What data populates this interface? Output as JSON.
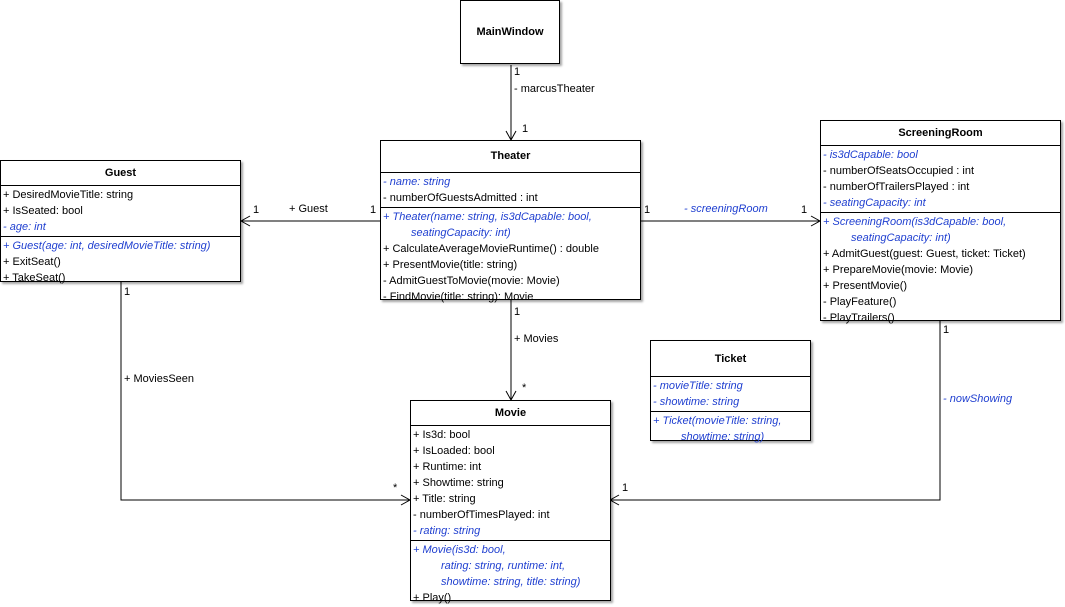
{
  "classes": {
    "mainwindow": {
      "title": "MainWindow"
    },
    "theater": {
      "title": "Theater",
      "fields": [
        {
          "text": "- name: string",
          "italic": true
        },
        {
          "text": "- numberOfGuestsAdmitted : int",
          "italic": false
        }
      ],
      "ops": [
        {
          "text": "+ Theater(name: string, is3dCapable: bool,",
          "italic": true
        },
        {
          "text": "seatingCapacity: int)",
          "italic": true,
          "cont": true
        },
        {
          "text": "+ CalculateAverageMovieRuntime() : double",
          "italic": false
        },
        {
          "text": "+ PresentMovie(title: string)",
          "italic": false
        },
        {
          "text": "- AdmitGuestToMovie(movie: Movie)",
          "italic": false
        },
        {
          "text": "- FindMovie(title: string): Movie",
          "italic": false
        }
      ]
    },
    "guest": {
      "title": "Guest",
      "fields": [
        {
          "text": "+ DesiredMovieTitle: string",
          "italic": false
        },
        {
          "text": "+ IsSeated: bool",
          "italic": false
        },
        {
          "text": "- age: int",
          "italic": true
        }
      ],
      "ops": [
        {
          "text": "+ Guest(age: int, desiredMovieTitle: string)",
          "italic": true
        },
        {
          "text": "+ ExitSeat()",
          "italic": false
        },
        {
          "text": "+ TakeSeat()",
          "italic": false
        }
      ]
    },
    "screening": {
      "title": "ScreeningRoom",
      "fields": [
        {
          "text": "- is3dCapable: bool",
          "italic": true
        },
        {
          "text": "- numberOfSeatsOccupied : int",
          "italic": false
        },
        {
          "text": "- numberOfTrailersPlayed : int",
          "italic": false
        },
        {
          "text": "- seatingCapacity: int",
          "italic": true
        }
      ],
      "ops": [
        {
          "text": "+ ScreeningRoom(is3dCapable: bool,",
          "italic": true
        },
        {
          "text": "seatingCapacity: int)",
          "italic": true,
          "cont": true
        },
        {
          "text": "+ AdmitGuest(guest: Guest, ticket: Ticket)",
          "italic": false
        },
        {
          "text": "+ PrepareMovie(movie: Movie)",
          "italic": false
        },
        {
          "text": "+ PresentMovie()",
          "italic": false
        },
        {
          "text": "- PlayFeature()",
          "italic": false
        },
        {
          "text": "- PlayTrailers()",
          "italic": false
        }
      ]
    },
    "ticket": {
      "title": "Ticket",
      "fields": [
        {
          "text": "- movieTitle: string",
          "italic": true
        },
        {
          "text": "- showtime: string",
          "italic": true
        }
      ],
      "ops": [
        {
          "text": "+ Ticket(movieTitle: string,",
          "italic": true
        },
        {
          "text": "showtime: string)",
          "italic": true,
          "cont": true
        }
      ]
    },
    "movie": {
      "title": "Movie",
      "fields": [
        {
          "text": "+ Is3d: bool",
          "italic": false
        },
        {
          "text": "+ IsLoaded: bool",
          "italic": false
        },
        {
          "text": "+ Runtime: int",
          "italic": false
        },
        {
          "text": "+ Showtime: string",
          "italic": false
        },
        {
          "text": "+ Title: string",
          "italic": false
        },
        {
          "text": "- numberOfTimesPlayed: int",
          "italic": false
        },
        {
          "text": "- rating: string",
          "italic": true
        }
      ],
      "ops": [
        {
          "text": "+ Movie(is3d: bool,",
          "italic": true
        },
        {
          "text": "rating: string, runtime: int,",
          "italic": true,
          "cont": true
        },
        {
          "text": "showtime: string, title: string)",
          "italic": true,
          "cont": true
        },
        {
          "text": "+ Play()",
          "italic": false
        }
      ]
    }
  },
  "associations": {
    "main_theater": {
      "role": "- marcusTheater",
      "src_mult": "1",
      "dst_mult": "1"
    },
    "theater_guest": {
      "role": "+ Guest",
      "src_mult": "1",
      "dst_mult": "1"
    },
    "theater_screening": {
      "role": "- screeningRoom",
      "src_mult": "1",
      "dst_mult": "1"
    },
    "theater_movie": {
      "role": "+ Movies",
      "src_mult": "1",
      "dst_mult": "*"
    },
    "guest_movie": {
      "role": "+ MoviesSeen",
      "src_mult": "1",
      "dst_mult": "*"
    },
    "screening_movie": {
      "role": "- nowShowing",
      "src_mult": "1",
      "dst_mult": "1"
    }
  },
  "colors": {
    "private_italic": "#1f3fd0",
    "line": "#000000"
  }
}
